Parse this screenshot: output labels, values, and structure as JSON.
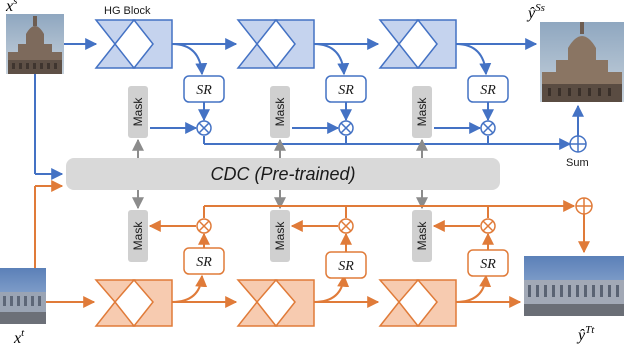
{
  "title": "",
  "labels": {
    "hg_block": "HG Block",
    "cdc": "CDC (Pre-trained)",
    "mask": "Mask",
    "sr": "SR",
    "sum": "Sum",
    "x_source": "x",
    "x_source_sup": "s",
    "x_target": "x",
    "x_target_sup": "t",
    "y_ss": "ŷ",
    "y_ss_sup": "Ss",
    "y_tt": "ŷ",
    "y_tt_sup": "Tt"
  },
  "colors": {
    "source_branch": "#4472c4",
    "source_block_fill": "#c5d3ee",
    "target_branch": "#e07b39",
    "target_block_fill": "#f7cbb0",
    "cdc_fill": "#d9d9d9",
    "mask_fill": "#d0d0d0"
  },
  "icons": {
    "multiply": "circle-times-icon",
    "add": "circle-plus-icon"
  }
}
